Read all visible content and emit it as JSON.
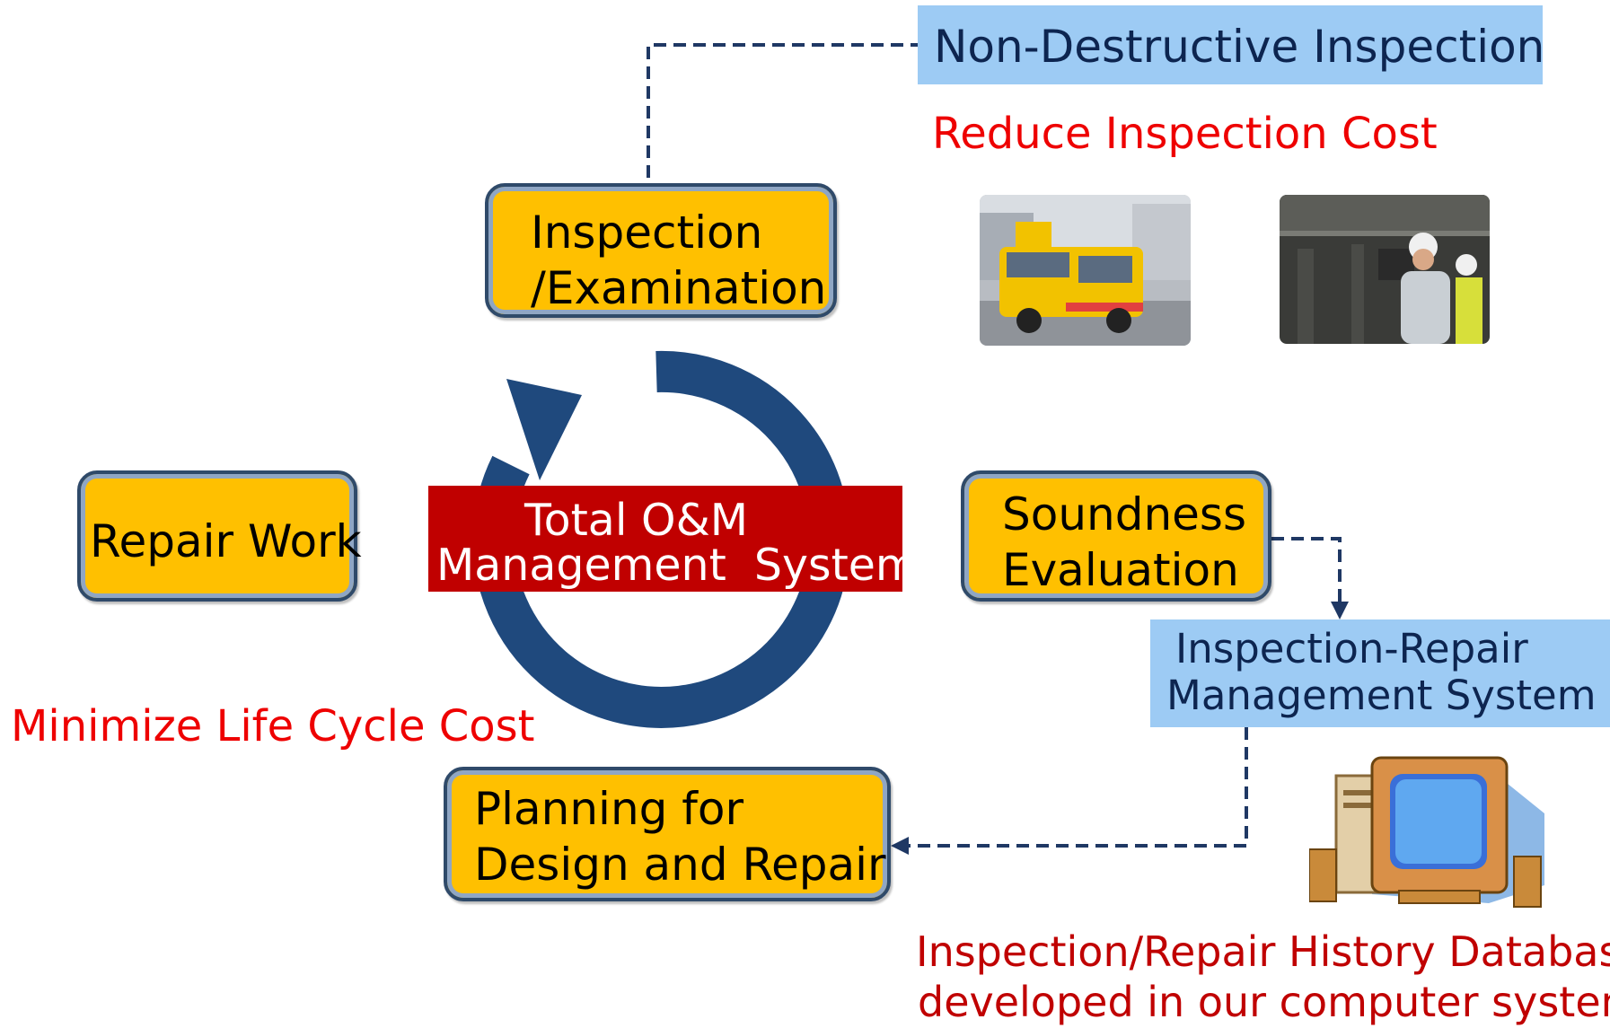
{
  "diagram": {
    "center": {
      "title_line1": "Total O&M",
      "title_line2": "Management  System"
    },
    "steps": {
      "inspection": {
        "line1": "Inspection",
        "line2": "/Examination"
      },
      "soundness": {
        "line1": "Soundness",
        "line2": "Evaluation"
      },
      "planning": {
        "line1": "Planning for",
        "line2": "Design and Repair"
      },
      "repair": {
        "line1": "Repair Work"
      }
    },
    "ndi": {
      "label": "Non-Destructive Inspection",
      "note": "Reduce Inspection Cost"
    },
    "irms": {
      "line1": "Inspection-Repair",
      "line2": "Management System"
    },
    "lcc_note": "Minimize Life Cycle Cost",
    "db_note": {
      "line1": "Inspection/Repair History Database",
      "line2": "developed in our computer system"
    },
    "icons": [
      "inspection-vehicle-photo",
      "field-inspection-photo",
      "computer-icon"
    ]
  },
  "colors": {
    "box_fill": "#ffc000",
    "box_border": "#2f4a6a",
    "callout_fill": "#9dcbf4",
    "cycle_arrow": "#1f497d",
    "center_banner": "#c00000",
    "note_red": "#ee0000",
    "note_dark_red": "#c00000",
    "connector": "#1f3864"
  }
}
